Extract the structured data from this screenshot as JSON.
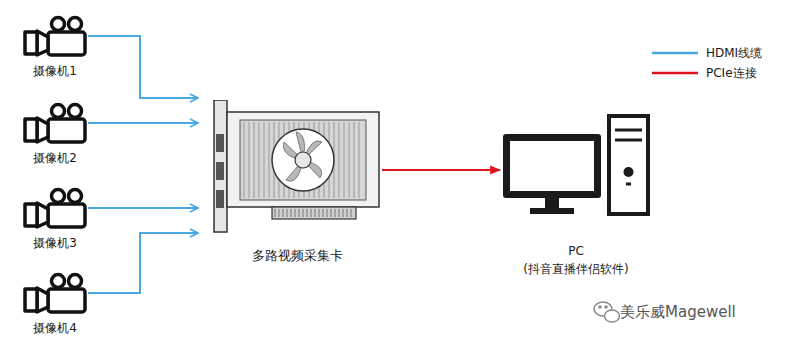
{
  "diagram": {
    "nodes": [
      {
        "text": [
          "摄像机1"
        ]
      },
      {
        "text": [
          "摄像机2"
        ]
      },
      {
        "text": [
          "摄像机3"
        ]
      },
      {
        "text": [
          "摄像机4"
        ]
      },
      {
        "text": [
          "多路视频采集卡"
        ]
      },
      {
        "text": [
          "PC",
          "(抖音直播伴侣软件)"
        ]
      }
    ],
    "edges": [
      {
        "from": 0,
        "to": 4,
        "arrow": "to"
      },
      {
        "from": 1,
        "to": 4,
        "arrow": "to"
      },
      {
        "from": 2,
        "to": 4,
        "arrow": "to"
      },
      {
        "from": 3,
        "to": 4,
        "arrow": "to"
      },
      {
        "from": 4,
        "to": 5,
        "arrow": "to"
      }
    ],
    "labels": [
      "美乐威Magewell"
    ],
    "legend": [
      {
        "text": "HDMI线缆"
      },
      {
        "text": "PCIe连接"
      }
    ]
  }
}
